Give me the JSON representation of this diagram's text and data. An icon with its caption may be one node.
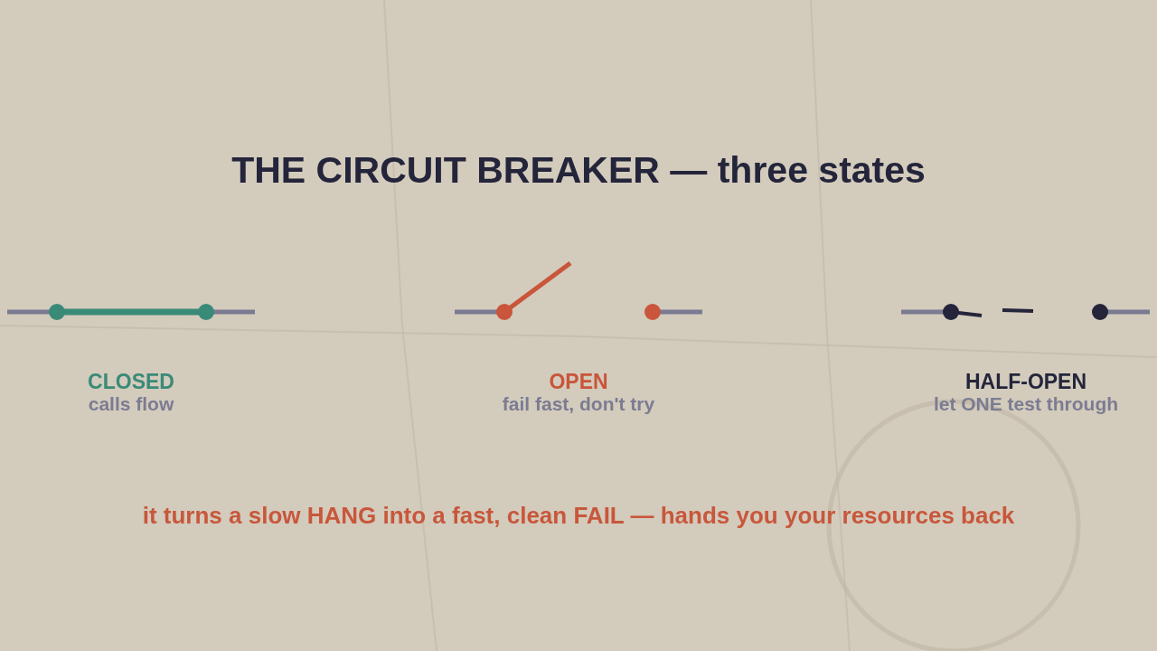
{
  "diagram": {
    "title": "THE CIRCUIT BREAKER — three states",
    "labels": [
      "CLOSED",
      "calls flow",
      "OPEN",
      "fail fast, don't try",
      "HALF-OPEN",
      "let ONE test through"
    ],
    "caption": "it turns a slow HANG into a fast, clean FAIL — hands you your resources back"
  }
}
